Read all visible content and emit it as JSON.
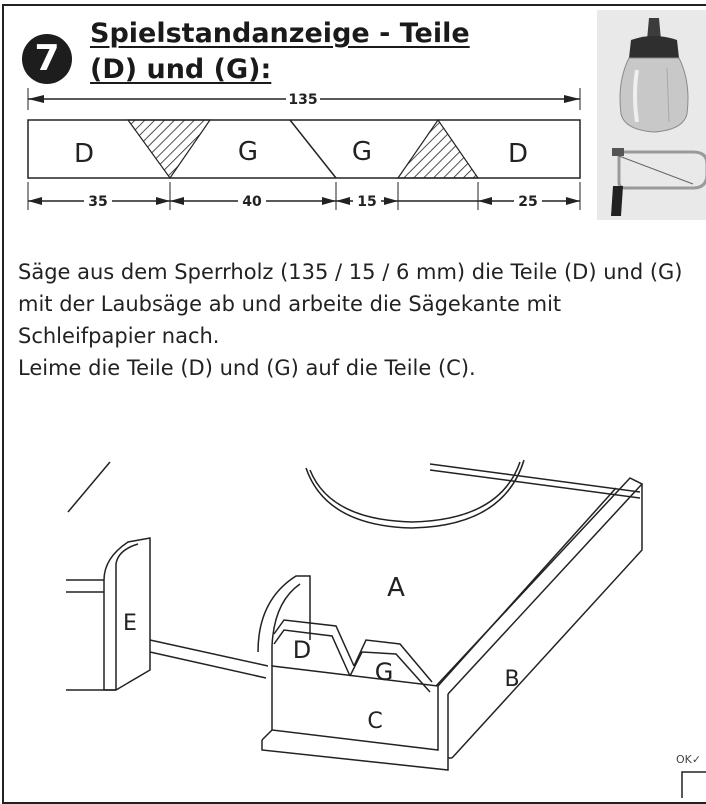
{
  "step": {
    "number": "7"
  },
  "title": {
    "line1": "Spielstandanzeige - Teile",
    "line2": "(D) und (G):"
  },
  "cut_plan": {
    "total_length": "135",
    "parts": [
      "D",
      "G",
      "G",
      "D"
    ],
    "dimensions": [
      "35",
      "40",
      "15",
      "25"
    ]
  },
  "instructions": {
    "para1": "Säge aus dem Sperrholz (135 / 15 / 6 mm) die Teile (D) und (G) mit der Laubsäge ab und arbeite die Sägekante mit Schleifpapier nach.",
    "para2": "Leime die Teile (D) und (G) auf die Teile (C)."
  },
  "assembly": {
    "labels": {
      "A": "A",
      "B": "B",
      "C": "C",
      "D": "D",
      "E": "E",
      "G": "G"
    }
  },
  "tools": {
    "items": [
      "glue-bottle",
      "fret-saw"
    ]
  },
  "checkbox": {
    "label": "OK✓",
    "checked": false
  }
}
